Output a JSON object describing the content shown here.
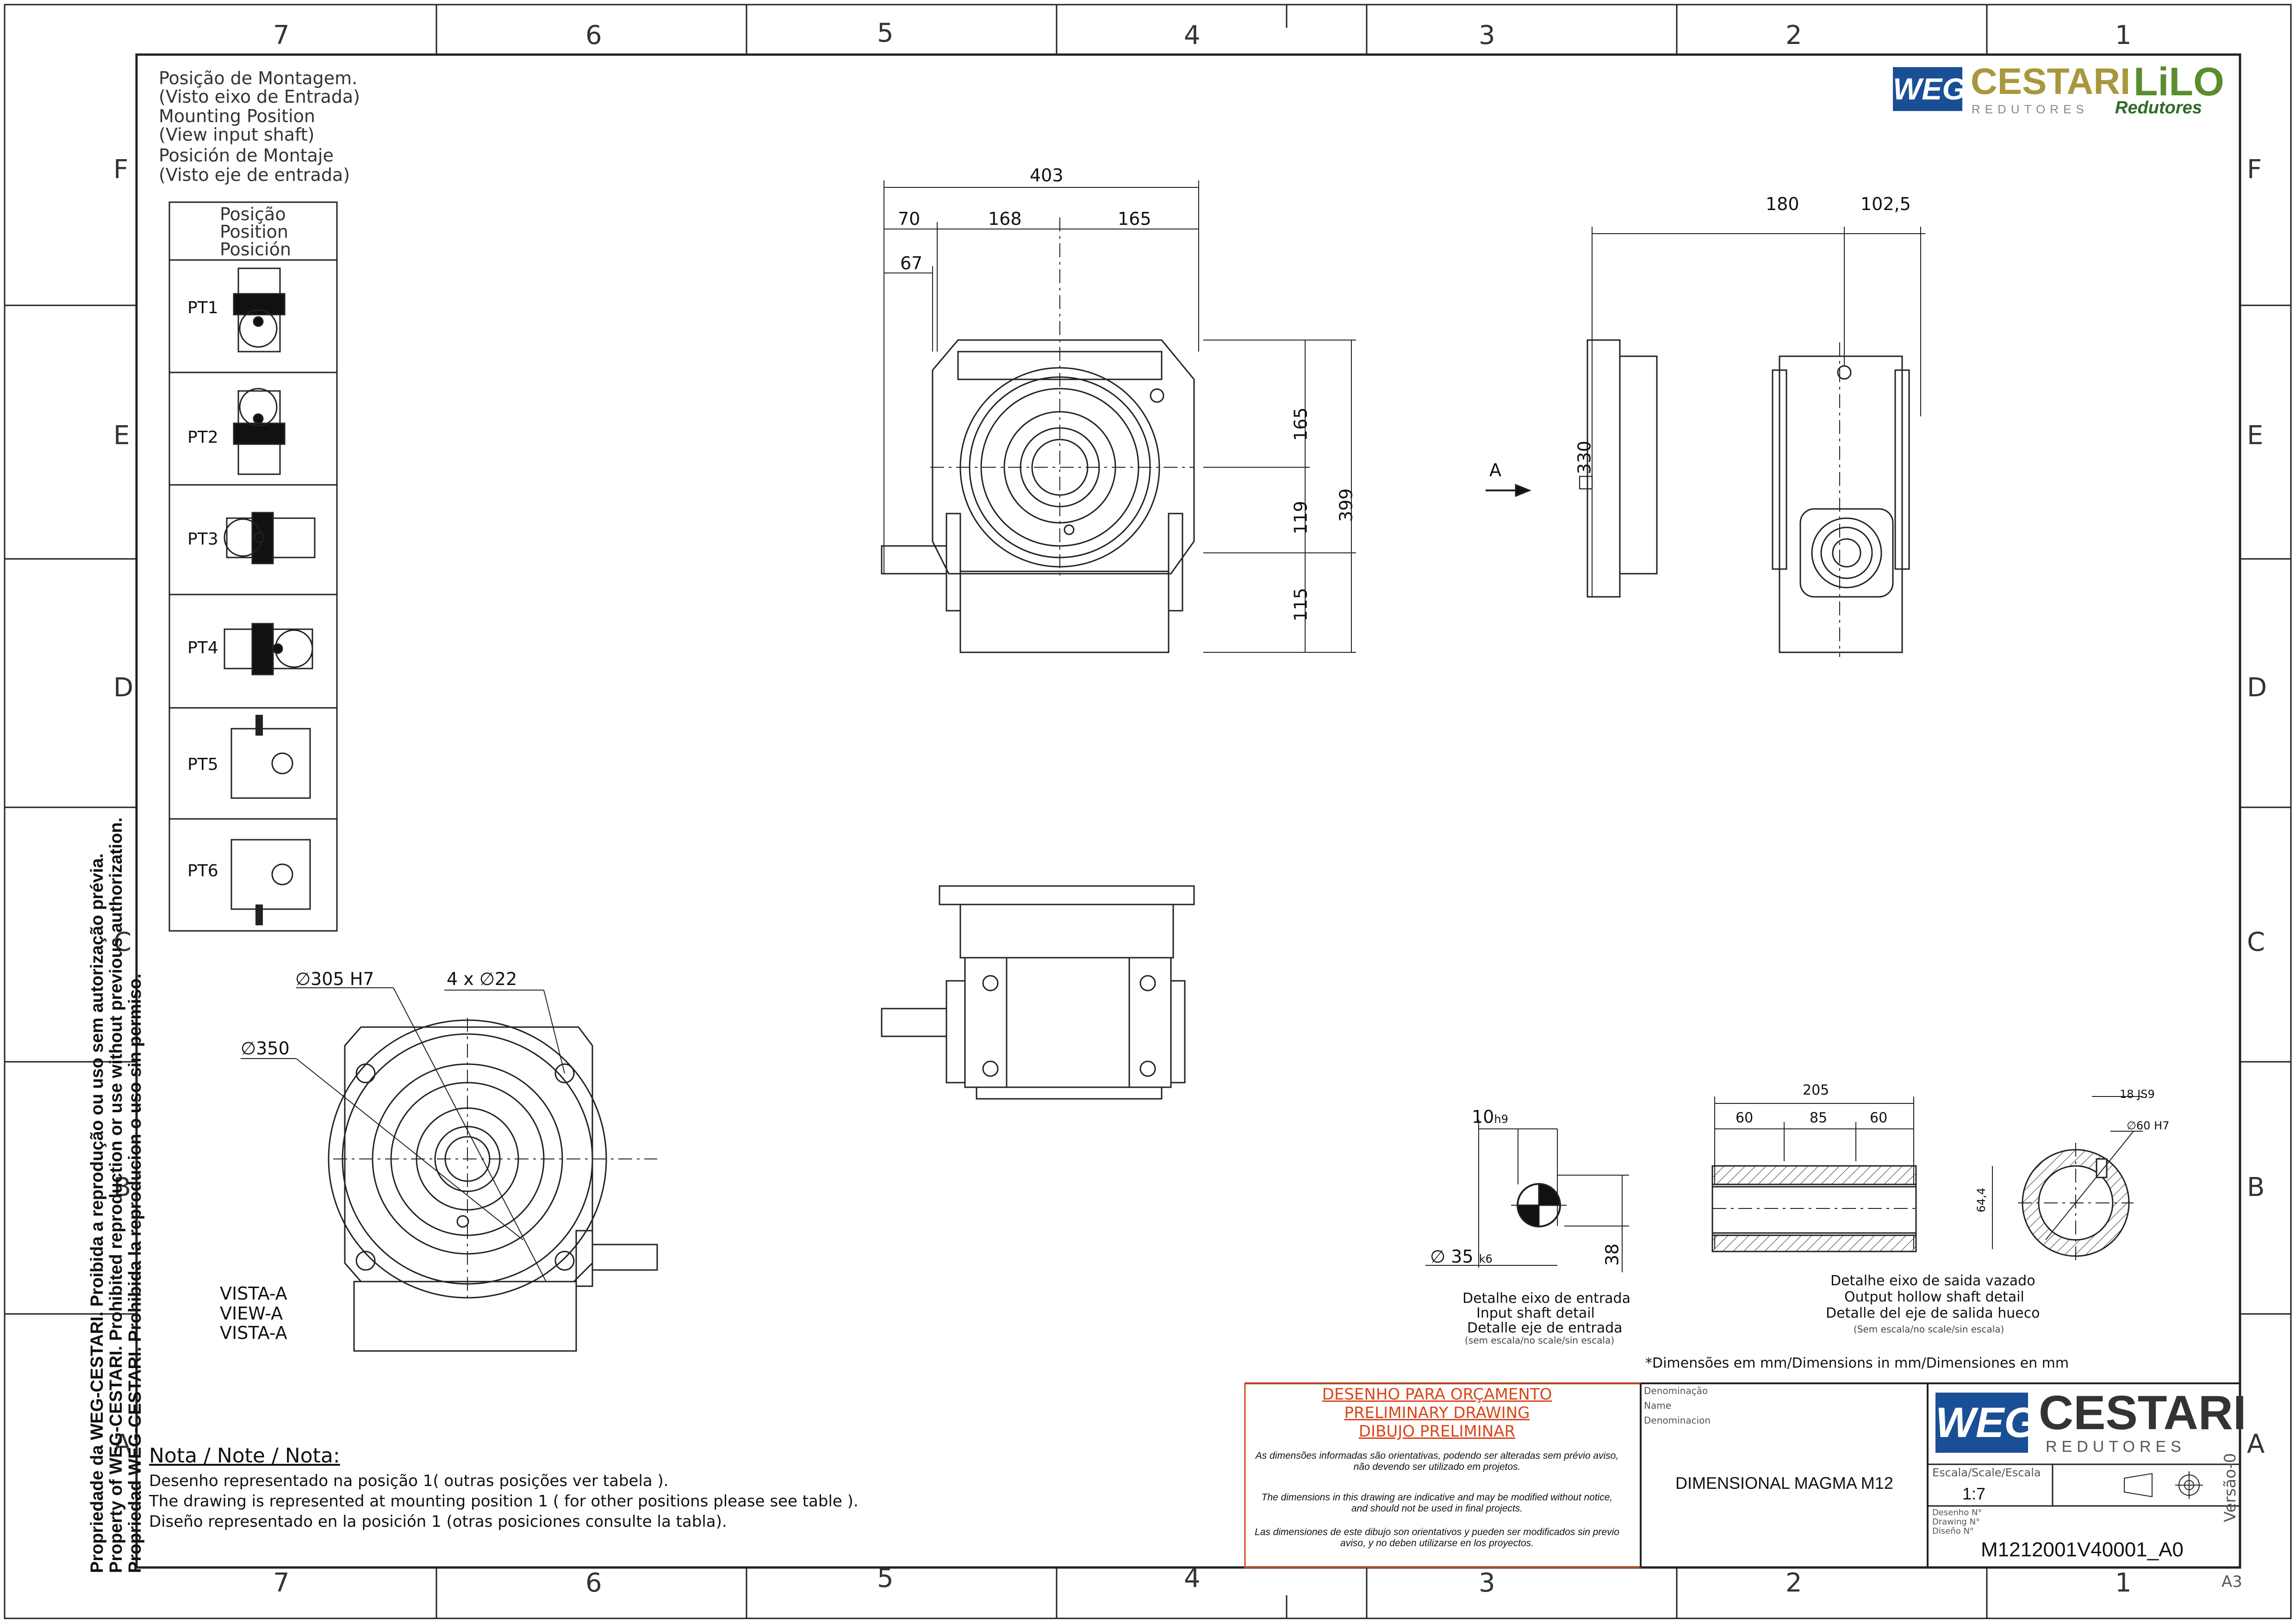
{
  "grid": {
    "columns": [
      "7",
      "6",
      "5",
      "4",
      "3",
      "2",
      "1"
    ],
    "rows": [
      "F",
      "E",
      "D",
      "C",
      "B",
      "A"
    ]
  },
  "header_logo": {
    "brand": "CESTARI",
    "brand2": "LiLO",
    "sub": "REDUTORES",
    "sub2": "Redutores"
  },
  "mounting": {
    "heading": [
      "Posição de Montagem.",
      "(Visto eixo de Entrada)",
      "Mounting Position",
      "(View input shaft)",
      "Posición de Montaje",
      "(Visto eje de entrada)"
    ],
    "table_header": [
      "Posição",
      "Position",
      "Posición"
    ],
    "positions": [
      "PT1",
      "PT2",
      "PT3",
      "PT4",
      "PT5",
      "PT6"
    ]
  },
  "front_view": {
    "dims_top": [
      "403",
      "70",
      "168",
      "165",
      "67"
    ],
    "dims_right": [
      "165",
      "119",
      "115",
      "399"
    ]
  },
  "side_view": {
    "dims_top": [
      "180",
      "102,5"
    ],
    "square": "□330",
    "arrow_label": "A"
  },
  "view_a": {
    "callouts": [
      "∅305 H7",
      "4 x ∅22",
      "∅350"
    ],
    "title": [
      "VISTA-A",
      "VIEW-A",
      "VISTA-A"
    ]
  },
  "input_shaft": {
    "key": "10",
    "key_tol": "h9",
    "dia": "∅  35",
    "dia_tol": "k6",
    "height": "38",
    "caption": [
      "Detalhe eixo de entrada",
      "Input shaft detail",
      "Detalle eje de entrada"
    ],
    "scale_note": "(sem escala/no scale/sin escala)"
  },
  "output_shaft": {
    "length": "205",
    "segments": [
      "60",
      "85",
      "60"
    ],
    "keyway": "18 JS9",
    "bore": "∅60 H7",
    "depth": "64,4",
    "caption": [
      "Detalhe eixo de saida vazado",
      "Output hollow shaft detail",
      "Detalle del eje de salida hueco"
    ],
    "scale_note": "(Sem escala/no scale/sin escala)"
  },
  "units_note": "*Dimensões em mm/Dimensions in mm/Dimensiones en mm",
  "notes": {
    "title": "Nota / Note / Nota:",
    "lines": [
      "Desenho representado na posição 1( outras posições ver tabela ).",
      "The drawing is represented at mounting position 1 ( for other positions please see table ).",
      "Diseño representado en la posición 1 (otras posiciones consulte la tabla)."
    ]
  },
  "property": [
    "Propriedade da WEG-CESTARI. Proibida a reprodução ou uso sem autorização prévia.",
    "Property of WEG-CESTARI. Prohibited reproduction or use without previous authorization.",
    "Propriedad WEG-CESTARI. Prohibida la reproducion o uso sin permiso."
  ],
  "preliminary": {
    "heading": [
      "DESENHO PARA ORÇAMENTO",
      "PRELIMINARY DRAWING",
      "DIBUJO PRELIMINAR"
    ],
    "paragraphs": [
      "As dimensões informadas são orientativas, podendo ser alteradas sem prévio aviso, não devendo ser utilizado em projetos.",
      "The dimensions in this drawing are indicative and may be modified without notice, and should not be used in final projects.",
      "Las dimensiones de este dibujo son orientativos y pueden ser modificados sin previo aviso, y no deben utilizarse en los proyectos."
    ]
  },
  "title_block": {
    "name_labels": [
      "Denominação",
      "Name",
      "Denominacion"
    ],
    "name": "DIMENSIONAL MAGMA M12",
    "brand": "CESTARI",
    "brand_sub": "REDUTORES",
    "scale_label": "Escala/Scale/Escala",
    "scale": "1:7",
    "drawing_labels": [
      "Desenho N°",
      "Drawing N°",
      "Diseño N°"
    ],
    "drawing_no": "M1212001V40001_A0",
    "version": "Versão-0",
    "sheet_size": "A3"
  }
}
